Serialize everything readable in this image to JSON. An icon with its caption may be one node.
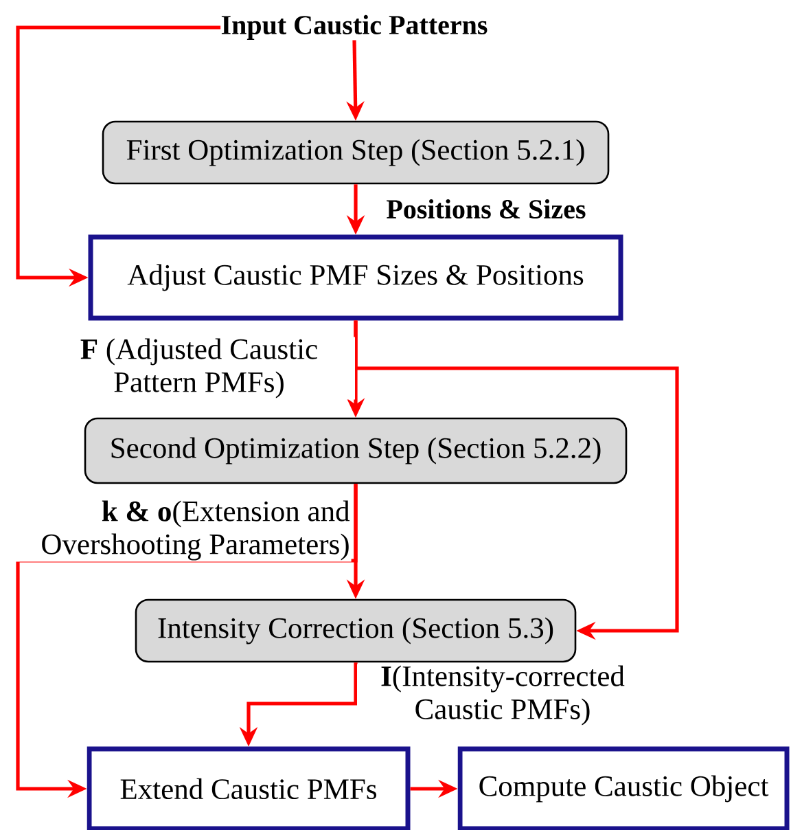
{
  "diagram": {
    "nodes": [
      {
        "text": [
          "Input Caustic Patterns"
        ]
      },
      {
        "text": [
          "First Optimization Step (Section 5.2.1)"
        ]
      },
      {
        "text": [
          "Adjust Caustic PMF Sizes & Positions"
        ]
      },
      {
        "text": [
          "Second Optimization Step (Section 5.2.2)"
        ]
      },
      {
        "text": [
          "Intensity Correction (Section 5.3)"
        ]
      },
      {
        "text": [
          "Extend Caustic PMFs"
        ]
      },
      {
        "text": [
          "Compute Caustic Object"
        ]
      }
    ],
    "edges": [
      {
        "from": 0,
        "to": 1,
        "arrow": "to"
      },
      {
        "from": 0,
        "to": 2,
        "arrow": "to"
      },
      {
        "from": 1,
        "to": 2,
        "arrow": "to",
        "label": "Positions & Sizes"
      },
      {
        "from": 2,
        "to": 3,
        "arrow": "to",
        "label": "**F** (Adjusted Caustic Pattern PMFs)"
      },
      {
        "from": 2,
        "to": 4,
        "arrow": "to"
      },
      {
        "from": 3,
        "to": 4,
        "arrow": "to",
        "label": "**k & o**(Extension and Overshooting Parameters)"
      },
      {
        "from": 3,
        "to": 5,
        "arrow": "to"
      },
      {
        "from": 4,
        "to": 5,
        "arrow": "to",
        "label": "**I**(Intensity-corrected Caustic PMFs)"
      },
      {
        "from": 5,
        "to": 6,
        "arrow": "to"
      }
    ]
  }
}
